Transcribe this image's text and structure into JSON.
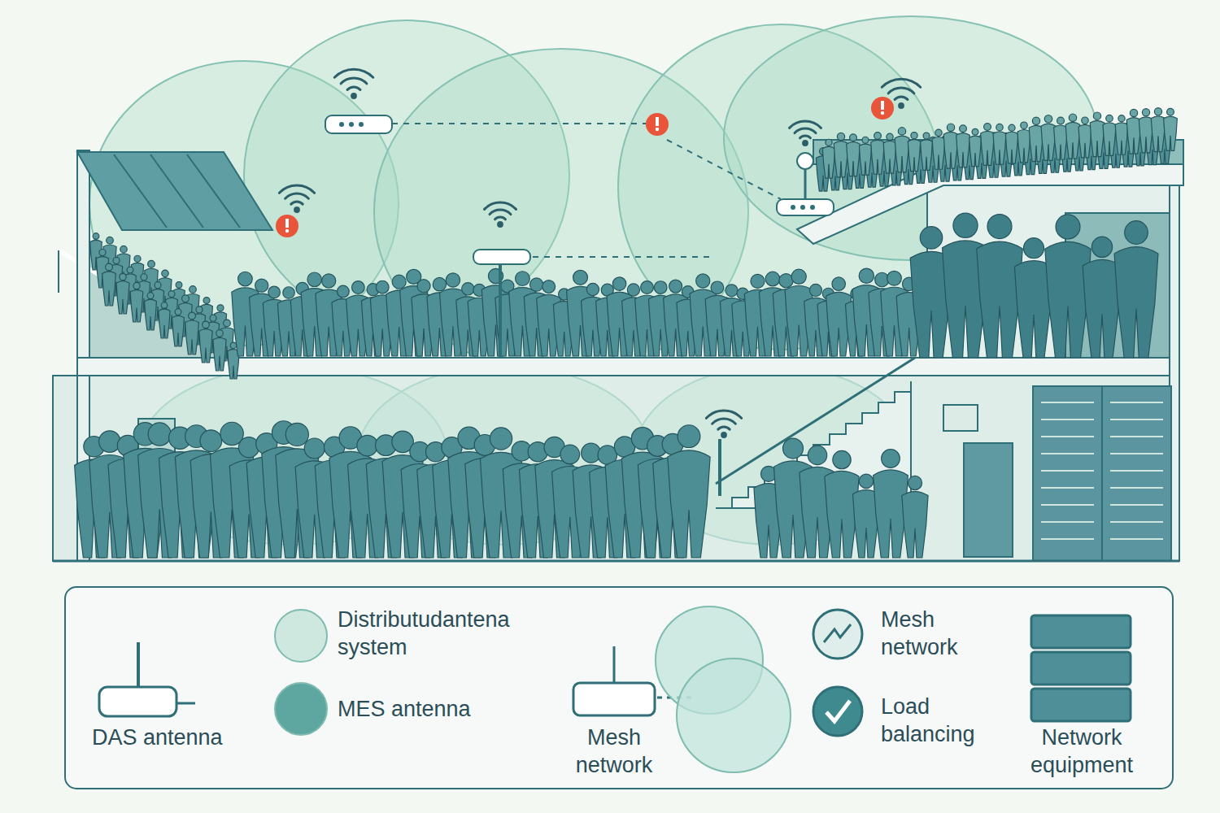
{
  "diagram": {
    "legend": [
      {
        "text": "DAS antenna"
      },
      {
        "text": "Distributudantena system",
        "color": "#cfe8df"
      },
      {
        "text": "MES antenna",
        "color": "#5ea7a1"
      },
      {
        "text": "Mesh network"
      },
      {
        "text": "Mesh network"
      },
      {
        "text": "Load balancing"
      },
      {
        "text": "Network equipment"
      }
    ]
  }
}
